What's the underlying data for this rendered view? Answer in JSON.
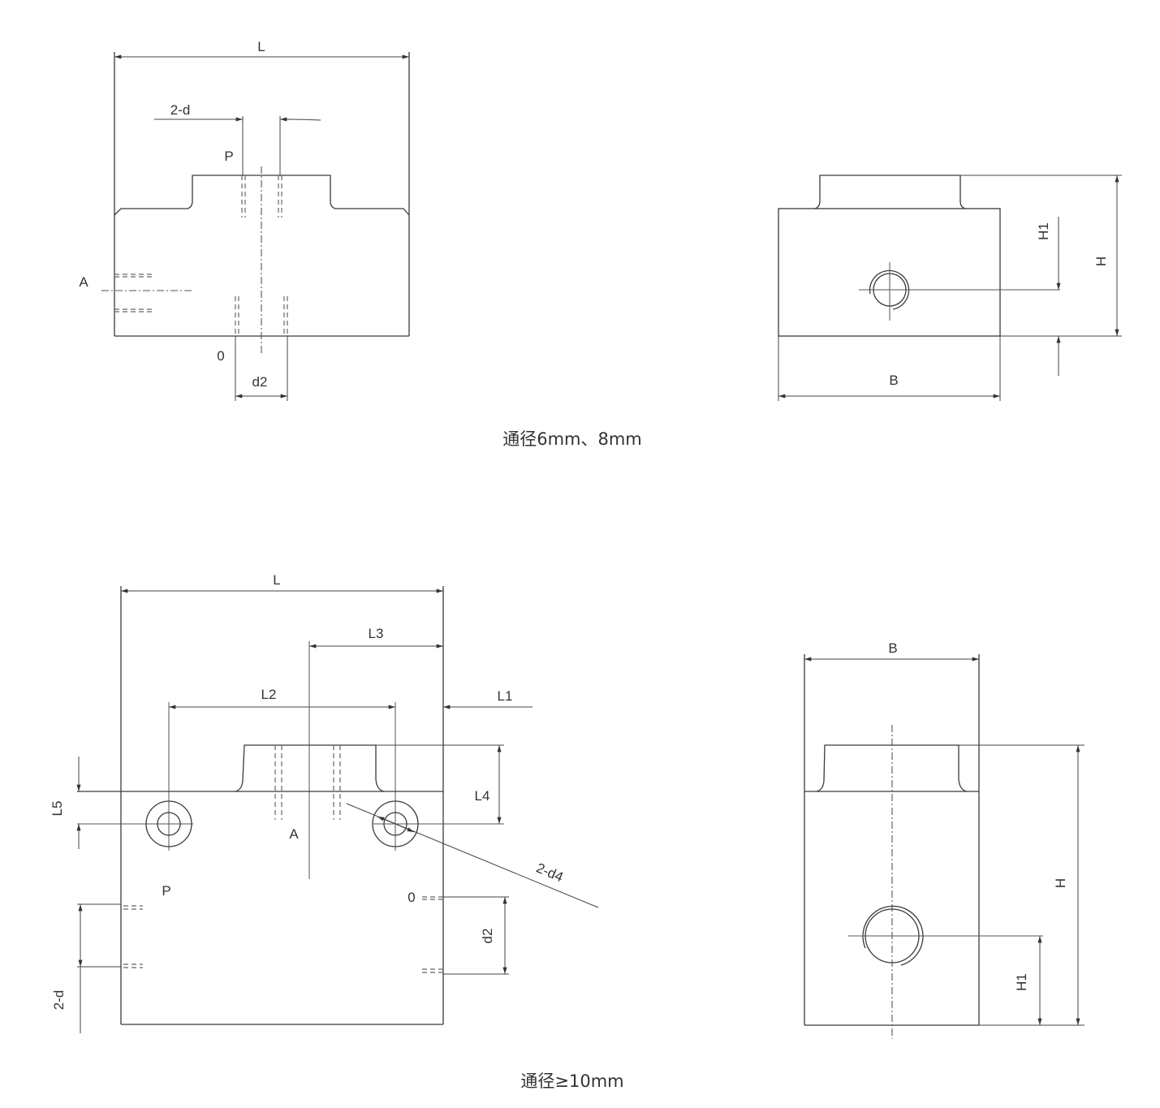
{
  "view1": {
    "dim_L": "L",
    "dim_2d": "2-d",
    "port_P": "P",
    "port_A": "A",
    "port_O": "0",
    "dim_d2": "d2"
  },
  "view2": {
    "dim_H1": "H1",
    "dim_H": "H",
    "dim_B": "B"
  },
  "caption_small": "通径6mm、8mm",
  "view3": {
    "dim_L": "L",
    "dim_L3": "L3",
    "dim_L2": "L2",
    "dim_L1": "L1",
    "dim_L4": "L4",
    "dim_L5": "L5",
    "port_A": "A",
    "port_P": "P",
    "port_O": "0",
    "dim_2d4": "2-d4",
    "dim_d2": "d2",
    "dim_2d": "2-d"
  },
  "view4": {
    "dim_B": "B",
    "dim_H": "H",
    "dim_H1": "H1"
  },
  "caption_large": "通径≥10mm"
}
